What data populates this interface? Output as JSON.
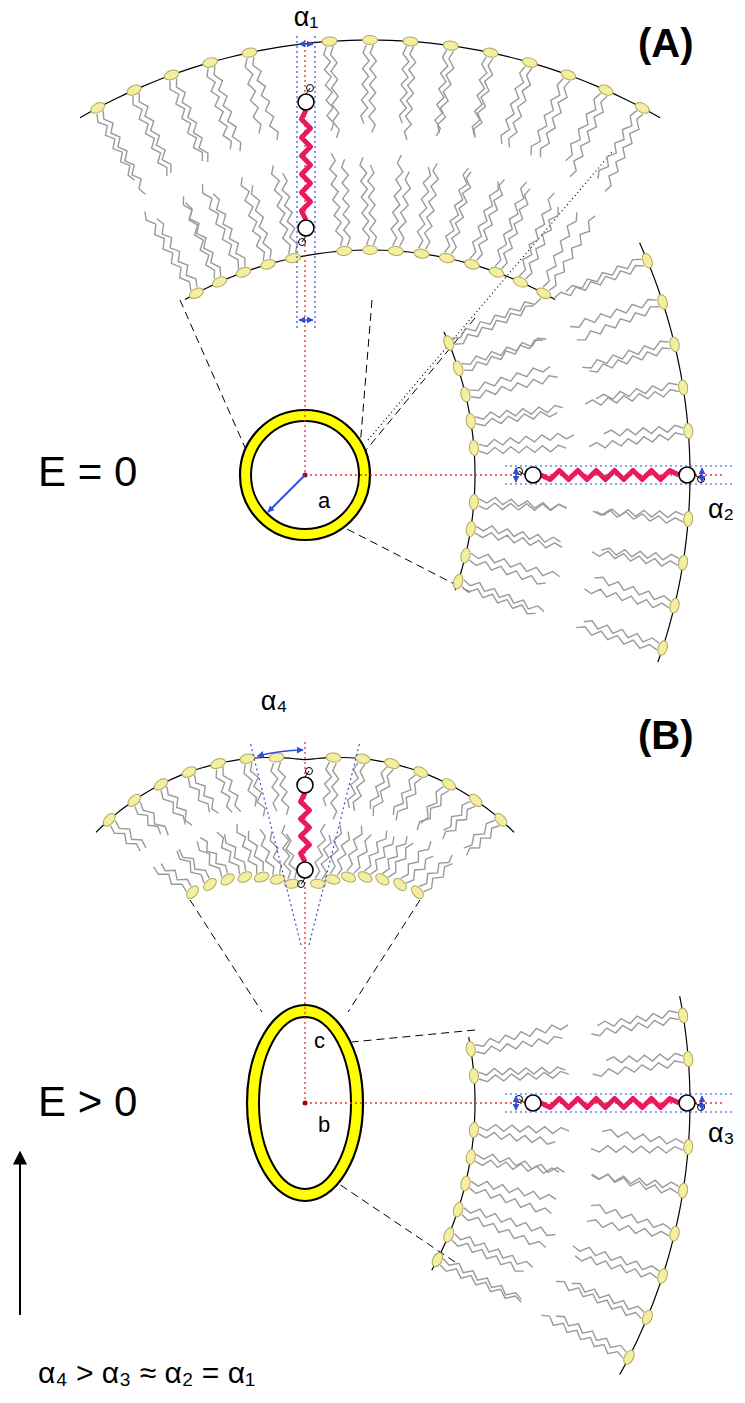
{
  "diagram": {
    "labels": [
      "(A)",
      "α₁",
      "E = 0",
      "a",
      "α₂",
      "(B)",
      "α₄",
      "c",
      "E > 0",
      "b",
      "α₃",
      "α₄ > α₃ ≈ α₂ = α₁"
    ]
  }
}
